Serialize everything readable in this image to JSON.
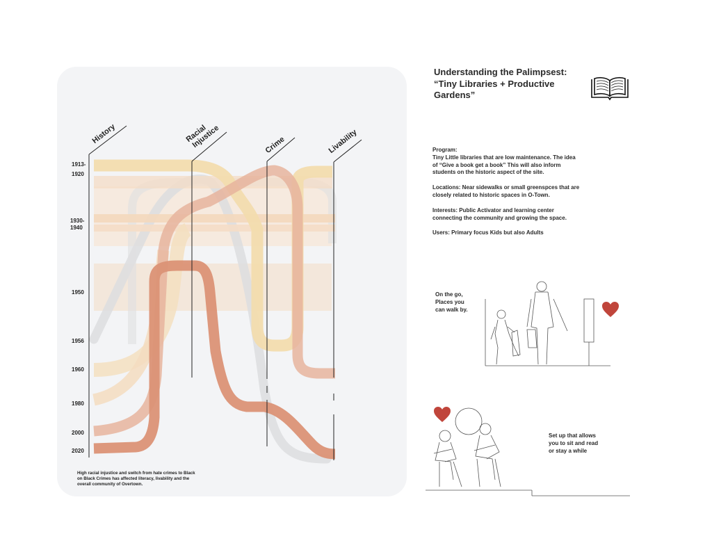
{
  "title": {
    "line1": "Understanding the Palimpsest:",
    "line2": "“Tiny Libraries + Productive",
    "line3": "Gardens”"
  },
  "columns": [
    "History",
    "Racial",
    "Injustice",
    "Crime",
    "Livability"
  ],
  "years": [
    "1913-",
    "1920",
    "1930-",
    "1940",
    "1950",
    "1956",
    "1960",
    "1980",
    "2000",
    "2020"
  ],
  "caption": "High racial injustice and switch from hate crimes to Black on Black Crimes has affected literacy, livability and the overall community of Overtown.",
  "program": {
    "line1": "Program:",
    "text": "Tiny Little libraries that are low maintenance. The idea of “Give a book get a book” This will also inform students on the historic aspect of the site."
  },
  "locations": "Locations: Near sidewalks or small greenspces that are closely related to historic spaces in O-Town.",
  "interests": "Interests: Public Activator and learning center connecting the community and growing the space.",
  "users": "Users: Primary focus Kids but also Adults",
  "note_walk": {
    "l1": "On the go,",
    "l2": "Places you",
    "l3": "can walk by."
  },
  "note_sit": {
    "l1": "Set up that allows",
    "l2": "you to sit and read",
    "l3": "or stay a while"
  },
  "colors": {
    "panel": "#f3f4f6",
    "band_pale": "#f5dfc3",
    "band_yellow": "#f3ddb0",
    "band_peach": "#e8b7a0",
    "band_salmon": "#dc9175",
    "band_grey": "#dedfe0",
    "heart": "#c0453b"
  },
  "icons": [
    "open-book-icon",
    "heart-icon"
  ]
}
